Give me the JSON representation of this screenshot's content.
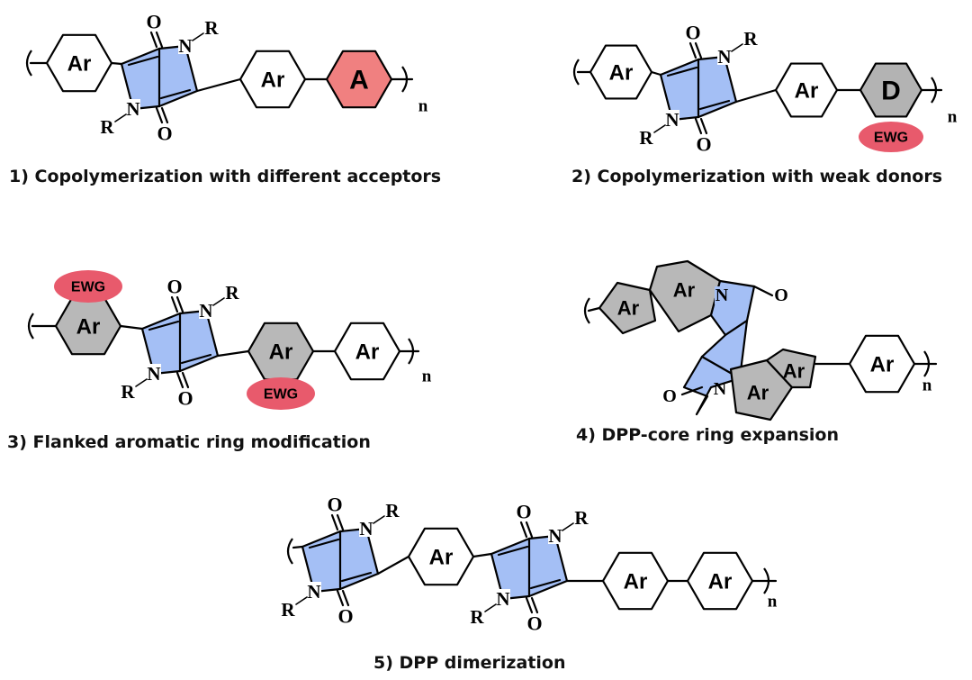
{
  "colors": {
    "dpp_core": "#a4bff5",
    "acceptor": "#f08080",
    "donor": "#b3b3b3",
    "ewg": "#e85a6c",
    "modified_ring": "#b8b8b8",
    "bond": "#000000"
  },
  "labels": {
    "aryl": "Ar",
    "acceptor": "A",
    "donor": "D",
    "ewg": "EWG",
    "oxygen": "O",
    "nitrogen": "N",
    "alkyl": "R",
    "repeat": "n"
  },
  "strategies": [
    {
      "id": 1,
      "caption": "1) Copolymerization with different acceptors"
    },
    {
      "id": 2,
      "caption": "2) Copolymerization with weak donors"
    },
    {
      "id": 3,
      "caption": "3) Flanked aromatic ring modification"
    },
    {
      "id": 4,
      "caption": "4) DPP-core ring expansion"
    },
    {
      "id": 5,
      "caption": "5) DPP dimerization"
    }
  ]
}
